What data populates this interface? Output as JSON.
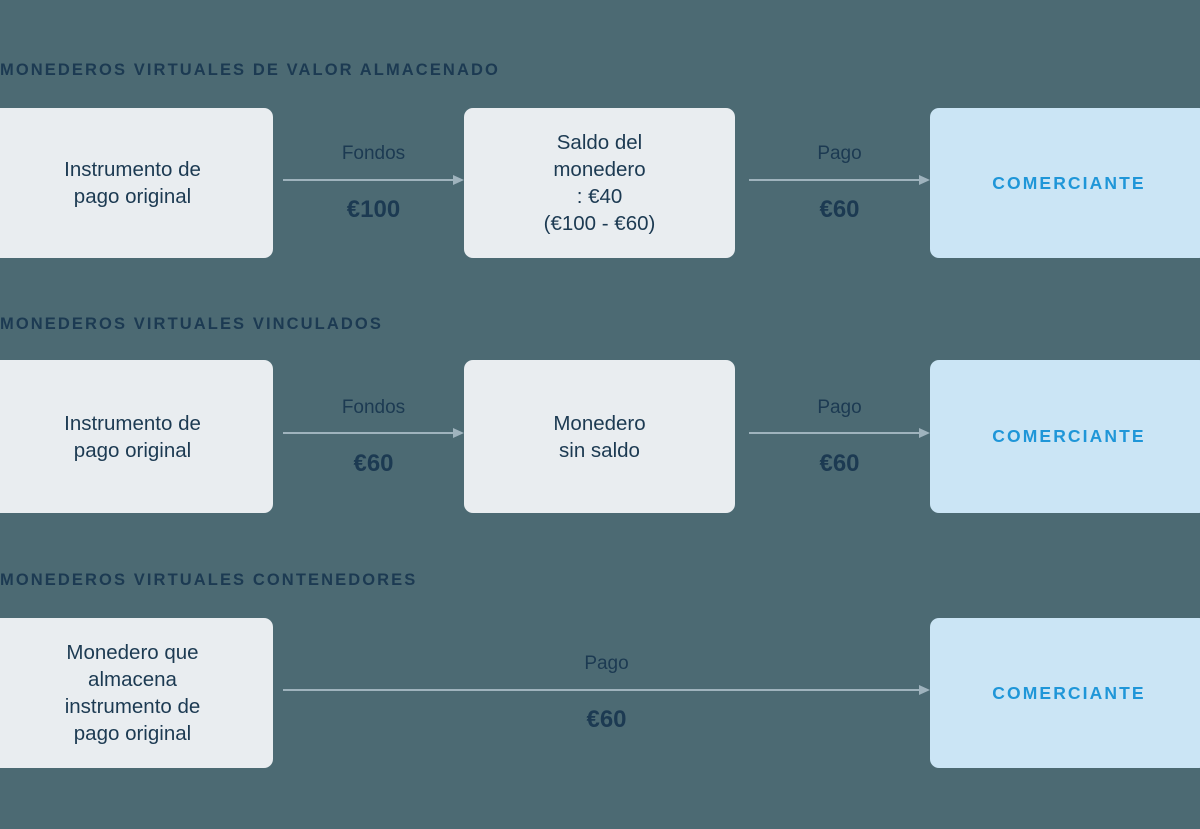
{
  "diagram": {
    "title_color": "#1c3a52",
    "background_color": "#4c6a73",
    "box_color": "#e9edf0",
    "merchant_color": "#cbe5f5",
    "merchant_text_color": "#1f96d8",
    "arrow_color": "#9fb3bd",
    "sections": [
      {
        "header": "MONEDEROS VIRTUALES DE VALOR ALMACENADO",
        "source": "Instrumento de\npago original",
        "flow1_label": "Fondos",
        "flow1_amount": "€100",
        "middle": "Saldo del\nmonedero\n: €40\n(€100 - €60)",
        "flow2_label": "Pago",
        "flow2_amount": "€60",
        "merchant": "COMERCIANTE"
      },
      {
        "header": "MONEDEROS VIRTUALES VINCULADOS",
        "source": "Instrumento de\npago original",
        "flow1_label": "Fondos",
        "flow1_amount": "€60",
        "middle": "Monedero\nsin saldo",
        "flow2_label": "Pago",
        "flow2_amount": "€60",
        "merchant": "COMERCIANTE"
      },
      {
        "header": "MONEDEROS VIRTUALES CONTENEDORES",
        "source": "Monedero que\nalmacena\ninstrumento de\npago original",
        "flow1_label": "Pago",
        "flow1_amount": "€60",
        "merchant": "COMERCIANTE"
      }
    ]
  }
}
